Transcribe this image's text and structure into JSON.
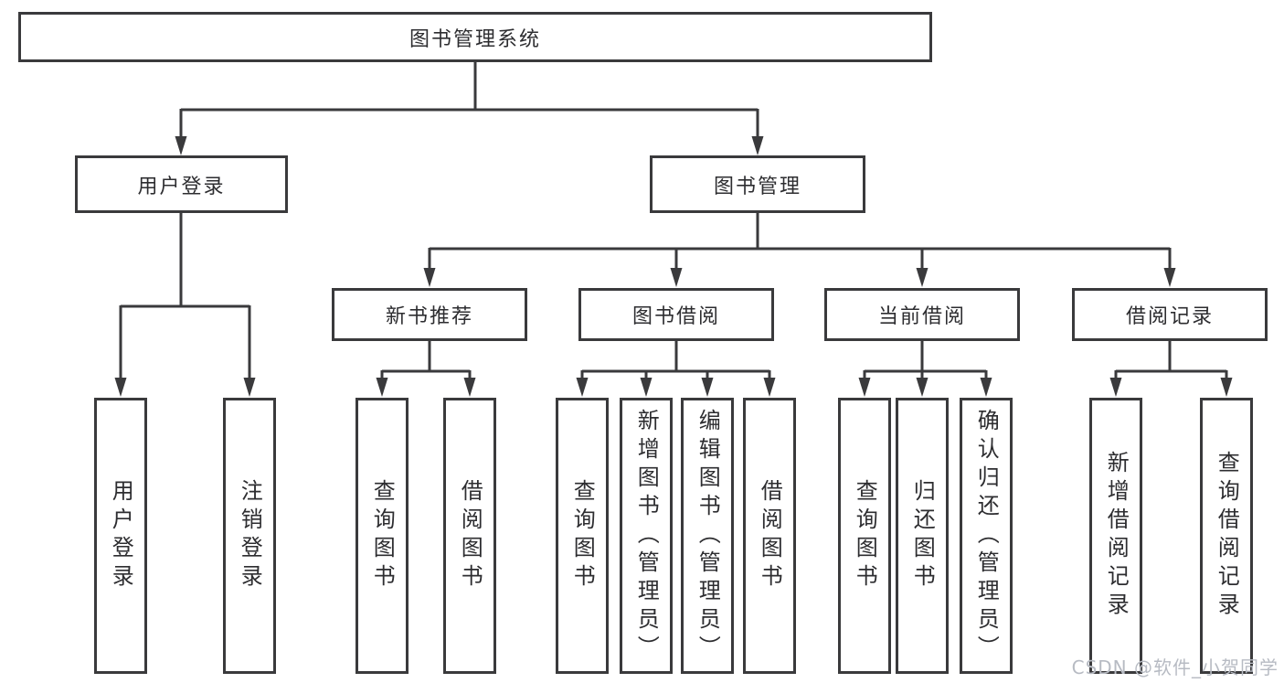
{
  "diagram": {
    "root": {
      "label": "图书管理系统"
    },
    "level2": [
      {
        "label": "用户登录"
      },
      {
        "label": "图书管理"
      }
    ],
    "level3": [
      {
        "label": "新书推荐"
      },
      {
        "label": "图书借阅"
      },
      {
        "label": "当前借阅"
      },
      {
        "label": "借阅记录"
      }
    ],
    "leaves": [
      {
        "label": "用户登录"
      },
      {
        "label": "注销登录"
      },
      {
        "label": "查询图书"
      },
      {
        "label": "借阅图书"
      },
      {
        "label": "查询图书"
      },
      {
        "label": "新增图书（管理员）"
      },
      {
        "label": "编辑图书（管理员）"
      },
      {
        "label": "借阅图书"
      },
      {
        "label": "查询图书"
      },
      {
        "label": "归还图书"
      },
      {
        "label": "确认归还（管理员）"
      },
      {
        "label": "新增借阅记录"
      },
      {
        "label": "查询借阅记录"
      }
    ]
  },
  "watermark": {
    "text": "CSDN @软件_小贺同学"
  },
  "colors": {
    "line": "#3a3a3c",
    "text": "#2d2d30",
    "watermark": "#b7bbc3",
    "background": "#ffffff"
  }
}
